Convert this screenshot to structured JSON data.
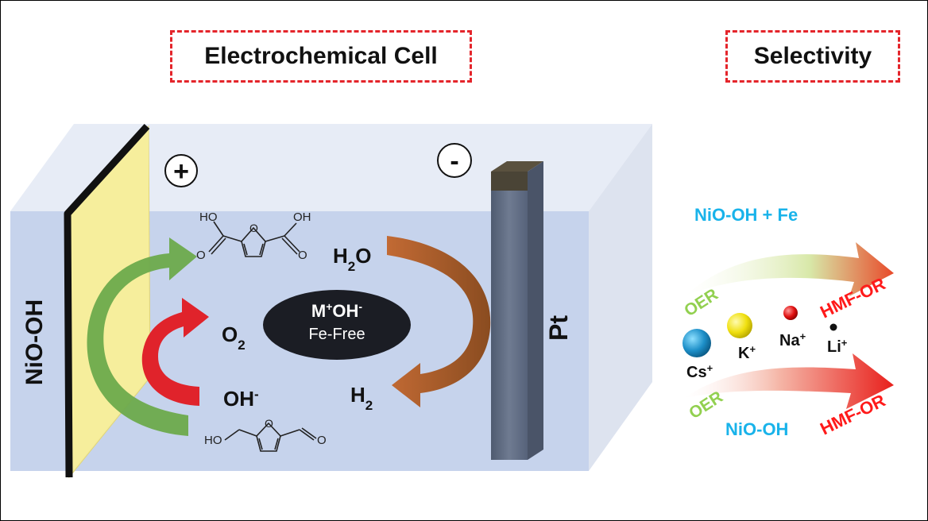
{
  "titles": {
    "electrochemical_cell": "Electrochemical Cell",
    "selectivity": "Selectivity"
  },
  "cell": {
    "anode_label": "NiO-OH",
    "cathode_label": "Pt",
    "anode_sign": "+",
    "cathode_sign": "-",
    "electrolyte": {
      "line1_base": "M",
      "line1_sup1": "+",
      "line1_mid": "OH",
      "line1_sup2": "-",
      "line2": "Fe-Free"
    },
    "species": {
      "o2_base": "O",
      "o2_sub": "2",
      "oh_base": "OH",
      "oh_sup": "-",
      "h2o_base": "H",
      "h2o_sub": "2",
      "h2o_tail": "O",
      "h2_base": "H",
      "h2_sub": "2"
    },
    "molecules": {
      "fdca_ho": "HO",
      "fdca_oh": "OH",
      "fdca_ring_o": "O",
      "fdca_o_left": "O",
      "fdca_o_right": "O",
      "hmf_ho": "HO",
      "hmf_ring_o": "O",
      "hmf_o": "O"
    }
  },
  "selectivity": {
    "top_catalyst": "NiO-OH + Fe",
    "bottom_catalyst": "NiO-OH",
    "oer_top": "OER",
    "oer_bottom": "OER",
    "hmfor_top": "HMF-OR",
    "hmfor_bottom": "HMF-OR",
    "ions": {
      "cs_base": "Cs",
      "cs_sup": "+",
      "k_base": "K",
      "k_sup": "+",
      "na_base": "Na",
      "na_sup": "+",
      "li_base": "Li",
      "li_sup": "+"
    }
  },
  "colors": {
    "title_border": "#e4252b",
    "electrolyte_blue": "#c6d3ec",
    "green_arrow": "#6daa4c",
    "red_arrow": "#e0232b",
    "brown_arrow": "#b8602b",
    "cyan_text": "#19b3ea",
    "oer_green": "#92d050",
    "hmfor_red": "#ff1a1a",
    "anode_yellow": "#f6ee9c",
    "cathode_gray": "#5d6a80"
  }
}
